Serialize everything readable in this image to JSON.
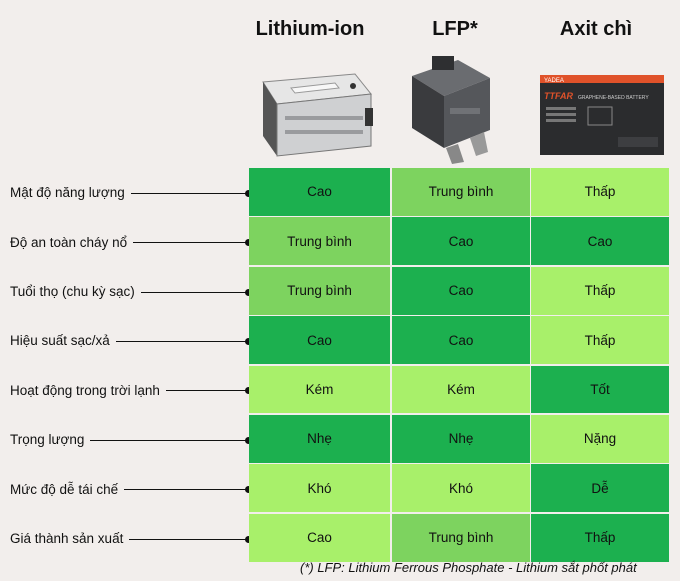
{
  "columns": [
    "Lithium-ion",
    "LFP*",
    "Axit chì"
  ],
  "colors": {
    "dark": "#1cb04f",
    "mid": "#7dd35f",
    "light": "#a8f06a"
  },
  "rows": [
    {
      "label": "Mật độ năng lượng",
      "cells": [
        {
          "text": "Cao",
          "level": "dark"
        },
        {
          "text": "Trung bình",
          "level": "mid"
        },
        {
          "text": "Thấp",
          "level": "light"
        }
      ]
    },
    {
      "label": "Độ an toàn cháy nổ",
      "cells": [
        {
          "text": "Trung bình",
          "level": "mid"
        },
        {
          "text": "Cao",
          "level": "dark"
        },
        {
          "text": "Cao",
          "level": "dark"
        }
      ]
    },
    {
      "label": "Tuổi thọ (chu kỳ sạc)",
      "cells": [
        {
          "text": "Trung bình",
          "level": "mid"
        },
        {
          "text": "Cao",
          "level": "dark"
        },
        {
          "text": "Thấp",
          "level": "light"
        }
      ]
    },
    {
      "label": "Hiệu suất sạc/xả",
      "cells": [
        {
          "text": "Cao",
          "level": "dark"
        },
        {
          "text": "Cao",
          "level": "dark"
        },
        {
          "text": "Thấp",
          "level": "light"
        }
      ]
    },
    {
      "label": "Hoạt động trong trời lạnh",
      "cells": [
        {
          "text": "Kém",
          "level": "light"
        },
        {
          "text": "Kém",
          "level": "light"
        },
        {
          "text": "Tốt",
          "level": "dark"
        }
      ]
    },
    {
      "label": "Trọng lượng",
      "cells": [
        {
          "text": "Nhẹ",
          "level": "dark"
        },
        {
          "text": "Nhẹ",
          "level": "dark"
        },
        {
          "text": "Nặng",
          "level": "light"
        }
      ]
    },
    {
      "label": "Mức độ dễ tái chế",
      "cells": [
        {
          "text": "Khó",
          "level": "light"
        },
        {
          "text": "Khó",
          "level": "light"
        },
        {
          "text": "Dễ",
          "level": "dark"
        }
      ]
    },
    {
      "label": "Giá thành sản xuất",
      "cells": [
        {
          "text": "Cao",
          "level": "light"
        },
        {
          "text": "Trung bình",
          "level": "mid"
        },
        {
          "text": "Thấp",
          "level": "dark"
        }
      ]
    }
  ],
  "battery_labels": {
    "brand": "YADEA",
    "model": "TTFAR",
    "subtitle": "GRAPHENE-BASED BATTERY"
  },
  "footnote": "(*) LFP: Lithium Ferrous Phosphate - Lithium sắt phốt phát"
}
